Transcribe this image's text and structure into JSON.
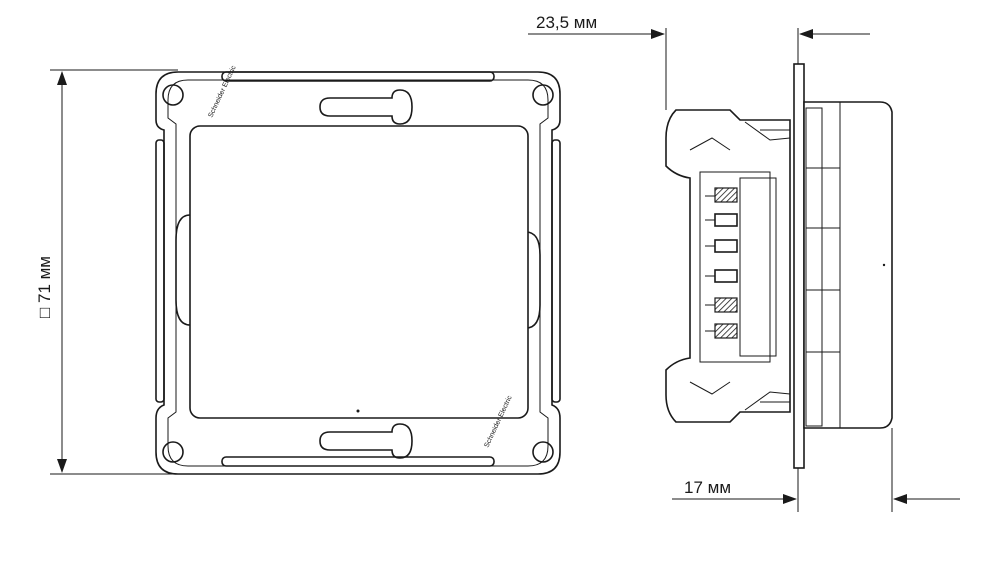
{
  "dimensions": {
    "height_label": "□ 71 мм",
    "depth_label": "23,5 мм",
    "protrusion_label": "17 мм"
  },
  "front_view": {
    "logo_text_top": "Schneider Electric",
    "logo_text_bottom": "Schneider Electric"
  },
  "colors": {
    "line": "#1a1a1a",
    "background": "#ffffff"
  }
}
